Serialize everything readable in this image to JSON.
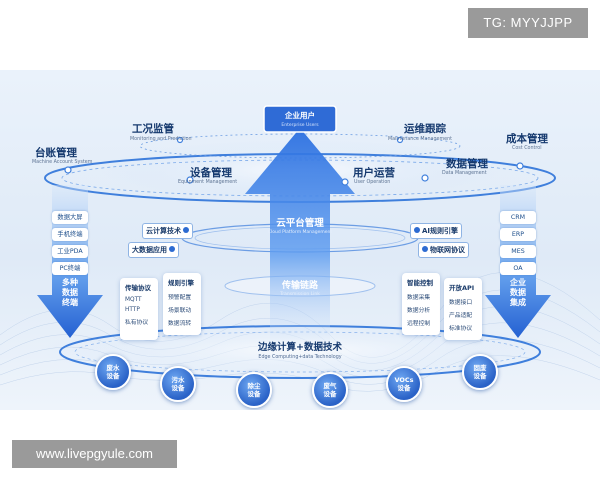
{
  "watermark_top": "TG: MYYJJPP",
  "watermark_bottom": "www.livepgyule.com",
  "top_node": {
    "title": "企业用户",
    "subtitle": "Enterprise Users"
  },
  "top_ring": {
    "monitoring": {
      "title": "工况监管",
      "subtitle": "Monitoring and Prediction"
    },
    "maintenance": {
      "title": "运维跟踪",
      "subtitle": "Maintenance Management"
    },
    "machine_account": {
      "title": "台账管理",
      "subtitle": "Machine Account System"
    },
    "cost": {
      "title": "成本管理",
      "subtitle": "Cost Control"
    },
    "equipment": {
      "title": "设备管理",
      "subtitle": "Equipment Management"
    },
    "user_operation": {
      "title": "用户运营",
      "subtitle": "User Operation"
    },
    "data_management": {
      "title": "数据管理",
      "subtitle": "Data Management"
    }
  },
  "cloud_platform": {
    "title": "云平台管理",
    "subtitle": "Cloud Platform Management"
  },
  "transmission": {
    "title": "传输链路",
    "subtitle": "Transmission Link"
  },
  "edge": {
    "title": "边缘计算+数据技术",
    "subtitle": "Edge Computing+data Technology"
  },
  "left_arrow": {
    "chips": [
      "数据大屏",
      "手机终端",
      "工业PDA",
      "PC终端"
    ],
    "label": [
      "多种",
      "数据",
      "终端"
    ]
  },
  "right_arrow": {
    "chips": [
      "CRM",
      "ERP",
      "MES",
      "OA"
    ],
    "label": [
      "企业",
      "数据",
      "集成"
    ]
  },
  "tags_left": [
    "云计算技术",
    "大数据应用"
  ],
  "tags_right": [
    "AI规则引擎",
    "物联网协议"
  ],
  "cards": [
    {
      "title": "传输协议",
      "items": [
        "MQTT",
        "HTTP",
        "私有协议"
      ]
    },
    {
      "title": "规则引擎",
      "items": [
        "预警配置",
        "场景联动",
        "数据流转"
      ]
    },
    {
      "title": "智能控制",
      "items": [
        "数据采集",
        "数据分析",
        "远程控制"
      ]
    },
    {
      "title": "开放API",
      "items": [
        "数据接口",
        "产品适配",
        "标准协议"
      ]
    }
  ],
  "devices": [
    [
      "废水",
      "设备"
    ],
    [
      "污水",
      "设备"
    ],
    [
      "除尘",
      "设备"
    ],
    [
      "废气",
      "设备"
    ],
    [
      "VOCs",
      "设备"
    ],
    [
      "固废",
      "设备"
    ]
  ]
}
